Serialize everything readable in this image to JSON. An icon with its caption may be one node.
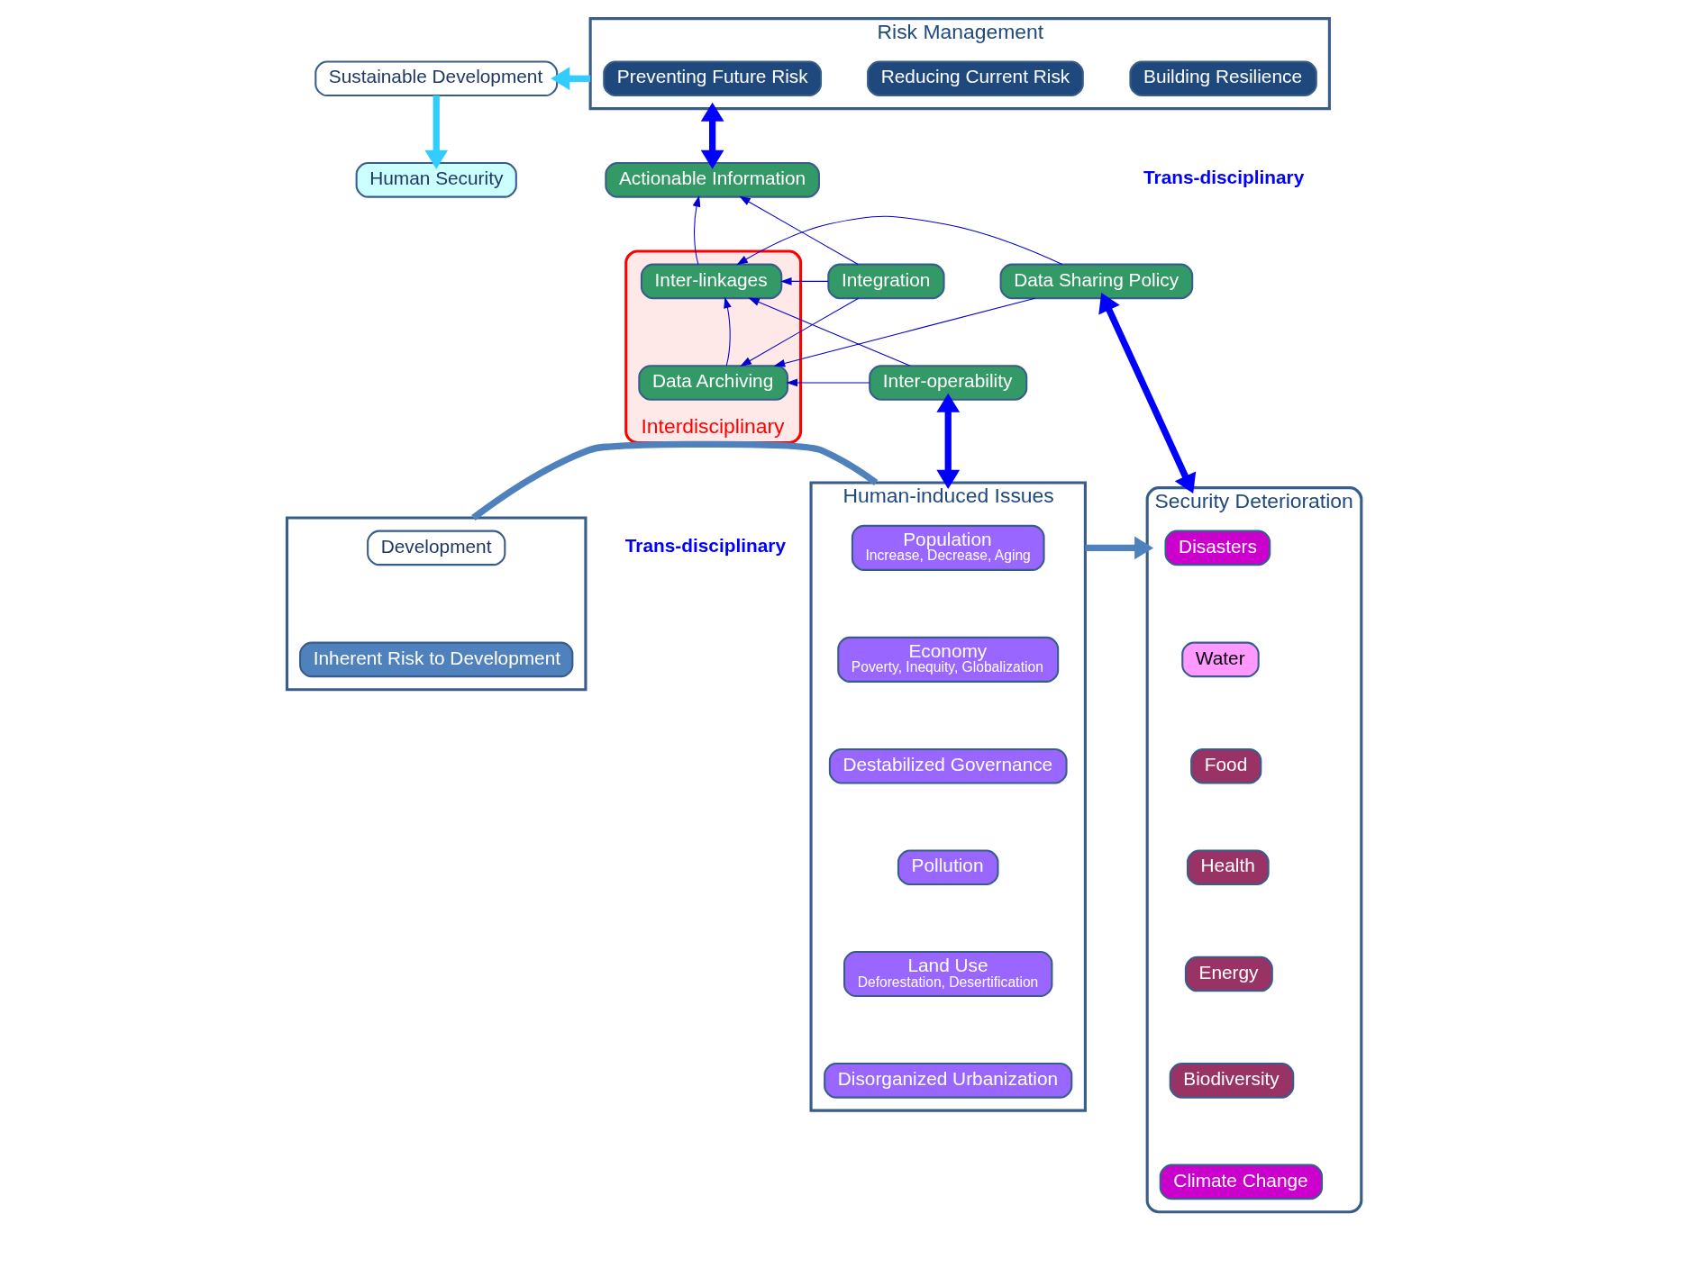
{
  "diagram": {
    "nodes": [
      {
        "text": [
          "Sustainable Development"
        ]
      },
      {
        "text": [
          "Human Security"
        ]
      },
      {
        "text": [
          "Risk Management"
        ]
      },
      {
        "text": [
          "Preventing Future Risk"
        ],
        "in": 2
      },
      {
        "text": [
          "Reducing Current Risk"
        ],
        "in": 2
      },
      {
        "text": [
          "Building Resilience"
        ],
        "in": 2
      },
      {
        "text": [
          "Interdisciplinary"
        ]
      },
      {
        "text": [
          "Actionable Information"
        ]
      },
      {
        "text": [
          "Integration"
        ]
      },
      {
        "text": [
          "Inter-operability"
        ]
      },
      {
        "text": [
          "Inter-linkages"
        ],
        "in": 6
      },
      {
        "text": [
          "Data Archiving"
        ],
        "in": 6
      },
      {
        "text": [
          "Data Sharing Policy"
        ]
      },
      {
        "text": [],
        "shape": "box"
      },
      {
        "text": [
          "Development"
        ],
        "in": 13
      },
      {
        "text": [
          "Inherent Risk to Development"
        ],
        "in": 13
      },
      {
        "text": [
          "Human-induced Issues"
        ]
      },
      {
        "text": [
          "Population",
          "Increase, Decrease, Aging"
        ],
        "in": 16
      },
      {
        "text": [
          "Economy",
          "Poverty, Inequity, Globalization"
        ],
        "in": 16
      },
      {
        "text": [
          "Destabilized Governance"
        ],
        "in": 16
      },
      {
        "text": [
          "Pollution"
        ],
        "in": 16
      },
      {
        "text": [
          "Land Use",
          "Deforestation, Desertification"
        ],
        "in": 16
      },
      {
        "text": [
          "Disorganized Urbanization"
        ],
        "in": 16
      },
      {
        "text": [
          "Security Deterioration"
        ]
      },
      {
        "text": [
          "Disasters"
        ],
        "in": 23
      },
      {
        "text": [
          "Water"
        ],
        "in": 23
      },
      {
        "text": [
          "Food"
        ],
        "in": 23
      },
      {
        "text": [
          "Health"
        ],
        "in": 23
      },
      {
        "text": [
          "Energy"
        ],
        "in": 23
      },
      {
        "text": [
          "Biodiversity"
        ],
        "in": 23
      },
      {
        "text": [
          "Climate Change"
        ],
        "in": 23
      }
    ],
    "edges": [
      {
        "from": 2,
        "to": 0,
        "arrow": "to",
        "style": "thick",
        "color": "#33ccff"
      },
      {
        "from": 0,
        "to": 1,
        "arrow": "to",
        "style": "thick",
        "color": "#33ccff"
      },
      {
        "from": 2,
        "to": 7,
        "arrow": "both",
        "style": "thick",
        "color": "#0000ff"
      },
      {
        "from": 8,
        "to": 7,
        "arrow": "to"
      },
      {
        "from": 8,
        "to": 10,
        "arrow": "to"
      },
      {
        "from": 8,
        "to": 11,
        "arrow": "to"
      },
      {
        "from": 9,
        "to": 10,
        "arrow": "to"
      },
      {
        "from": 9,
        "to": 11,
        "arrow": "to"
      },
      {
        "from": 11,
        "to": 10,
        "arrow": "to"
      },
      {
        "from": 10,
        "to": 7,
        "arrow": "to"
      },
      {
        "from": 12,
        "to": 10,
        "arrow": "to"
      },
      {
        "from": 12,
        "to": 11,
        "arrow": "to"
      },
      {
        "from": 9,
        "to": 16,
        "arrow": "both",
        "style": "thick",
        "color": "#0000ff"
      },
      {
        "from": 12,
        "to": 23,
        "arrow": "both",
        "style": "thick",
        "color": "#0000ff"
      },
      {
        "from": 13,
        "to": 16,
        "arrow": "none",
        "style": "thick",
        "color": "#4f81bd"
      },
      {
        "from": 16,
        "to": 23,
        "arrow": "to",
        "style": "thick",
        "color": "#4f81bd"
      }
    ],
    "labels": [
      "Trans-disciplinary",
      "Trans-disciplinary"
    ]
  }
}
